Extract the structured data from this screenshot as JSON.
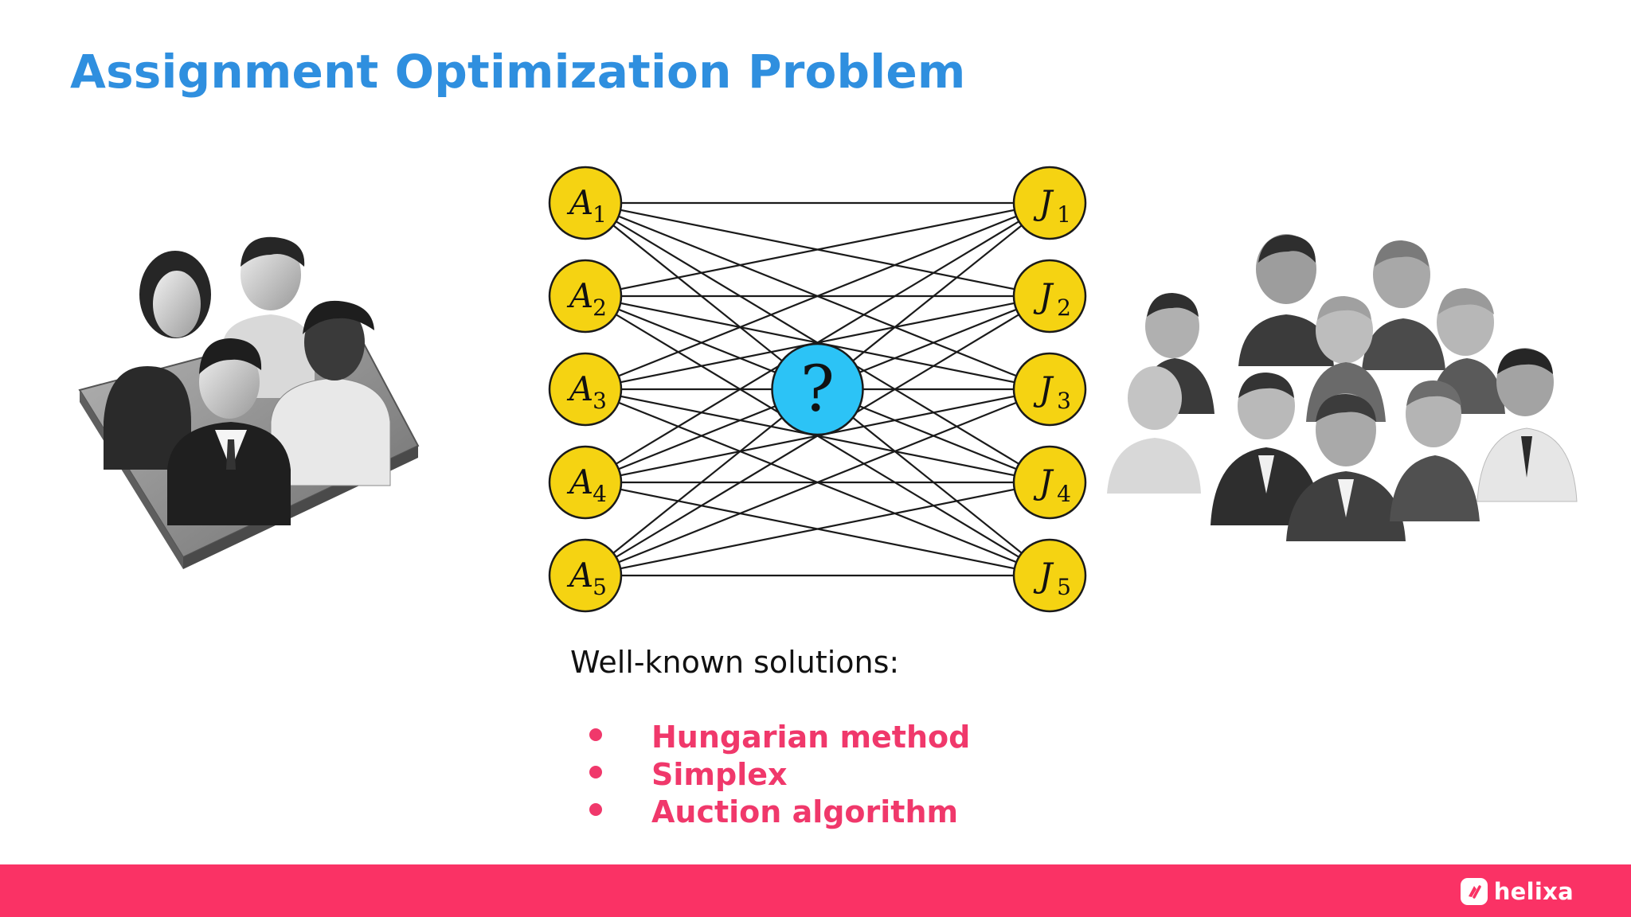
{
  "slide": {
    "title": "Assignment Optimization Problem"
  },
  "diagram": {
    "agents": [
      {
        "letter": "A",
        "index": "1"
      },
      {
        "letter": "A",
        "index": "2"
      },
      {
        "letter": "A",
        "index": "3"
      },
      {
        "letter": "A",
        "index": "4"
      },
      {
        "letter": "A",
        "index": "5"
      }
    ],
    "jobs": [
      {
        "letter": "J",
        "index": "1"
      },
      {
        "letter": "J",
        "index": "2"
      },
      {
        "letter": "J",
        "index": "3"
      },
      {
        "letter": "J",
        "index": "4"
      },
      {
        "letter": "J",
        "index": "5"
      }
    ],
    "center_symbol": "?",
    "colors": {
      "node_fill": "#f5d312",
      "center_fill": "#2cc3f6",
      "edge": "#1a1a1a"
    }
  },
  "illustrations": {
    "left": "team-group-icon",
    "right": "crowd-people-icon"
  },
  "solutions": {
    "heading": "Well-known solutions:",
    "items": [
      "Hungarian method",
      "Simplex",
      "Auction algorithm"
    ],
    "color": "#f0386b"
  },
  "footer": {
    "brand": "helixa",
    "color": "#fa3265"
  }
}
